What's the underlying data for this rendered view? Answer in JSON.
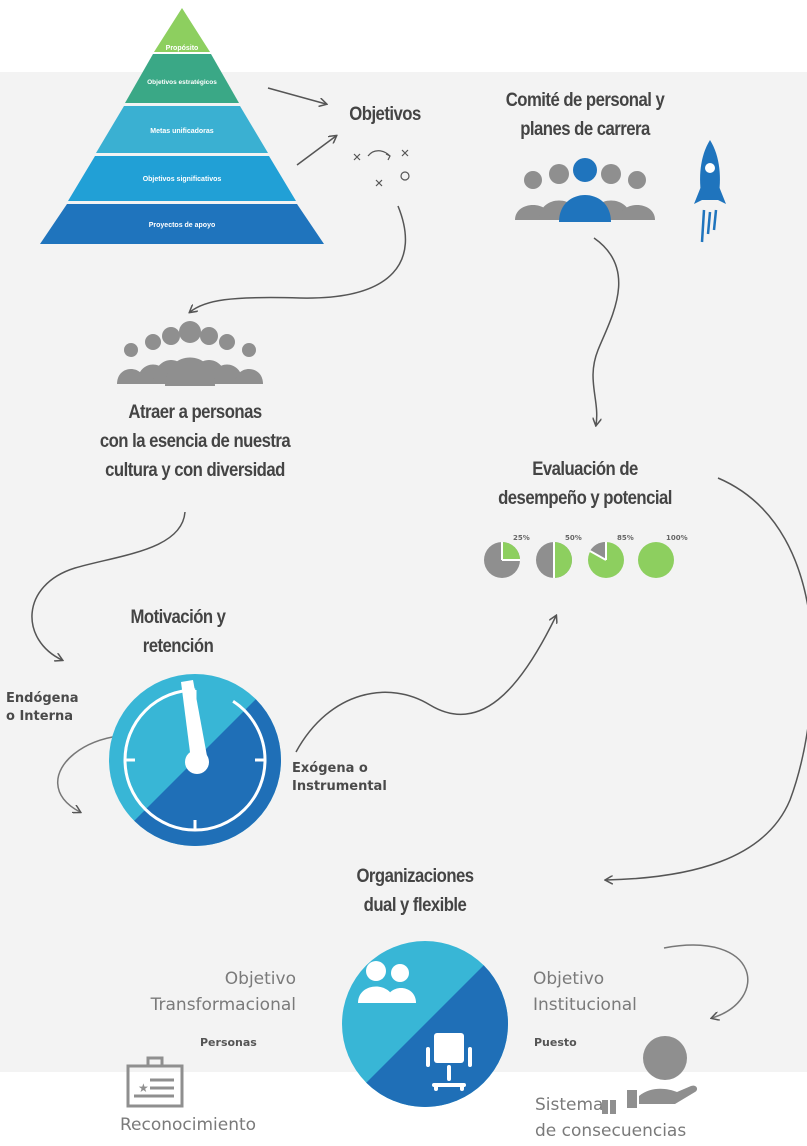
{
  "pyramid": {
    "levels": [
      "Propósito",
      "Objetivos estratégicos",
      "Metas unificadoras",
      "Objetivos significativos",
      "Proyectos de apoyo"
    ]
  },
  "objetivos": {
    "title": "Objetivos"
  },
  "comite": {
    "title_line1": "Comité de personal y",
    "title_line2": "planes de carrera"
  },
  "atraer": {
    "line1": "Atraer a personas",
    "line2": "con la esencia de nuestra",
    "line3": "cultura y con diversidad"
  },
  "evaluacion": {
    "line1": "Evaluación de",
    "line2": "desempeño y potencial",
    "percents": [
      "25%",
      "50%",
      "85%",
      "100%"
    ]
  },
  "motivacion": {
    "line1": "Motivación y",
    "line2": "retención",
    "endogena_line1": "Endógena",
    "endogena_line2": "o Interna",
    "exogena_line1": "Exógena o",
    "exogena_line2": "Instrumental"
  },
  "organizaciones": {
    "line1": "Organizaciones",
    "line2": "dual y flexible",
    "left_line1": "Objetivo",
    "left_line2": "Transformacional",
    "left_tag": "Personas",
    "right_line1": "Objetivo",
    "right_line2": "Institucional",
    "right_tag": "Puesto",
    "reconocimiento": "Reconocimiento",
    "sistema_line1": "Sistema",
    "sistema_line2": "de consecuencias"
  },
  "colors": {
    "pyramid": [
      "#8dcf5f",
      "#3aa886",
      "#3ab0d2",
      "#21a0d6",
      "#1f74bd"
    ],
    "light_blue": "#38b6d6",
    "dark_blue": "#1f6fb7",
    "green": "#8dcf5f",
    "gray": "#8f8f8f"
  }
}
